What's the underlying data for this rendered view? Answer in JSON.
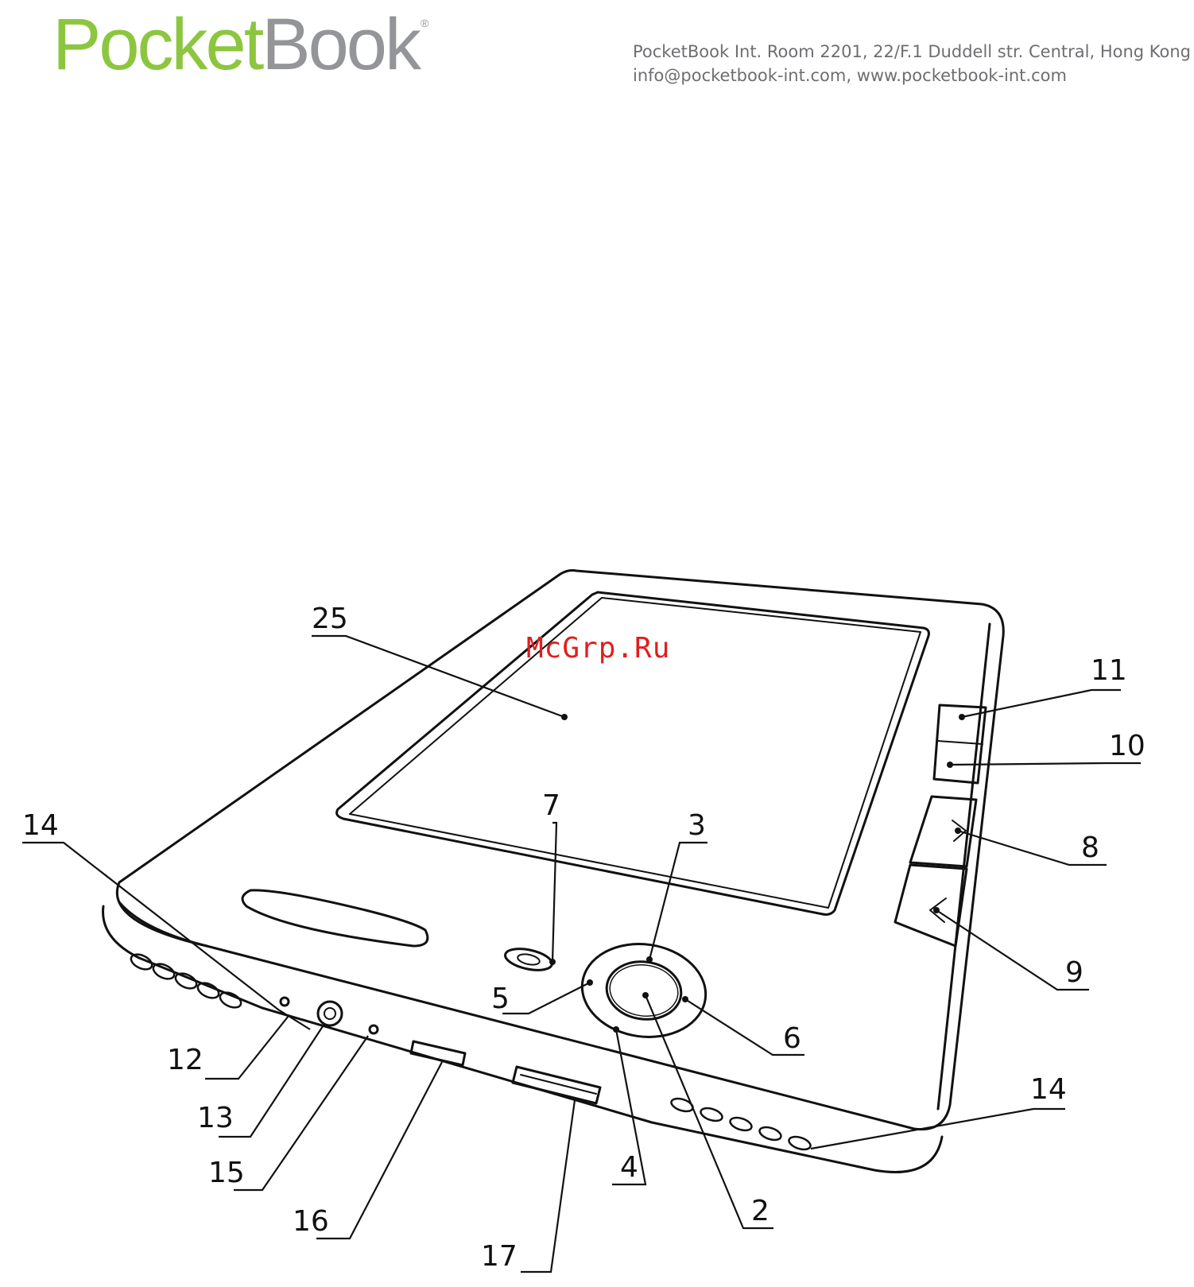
{
  "header": {
    "logo_text": "PocketBook",
    "address_line": "PocketBook Int. Room 2201, 22/F.1 Duddell str. Central, Hong Kong",
    "contact_line": "info@pocketbook-int.com, www.pocketbook-int.com"
  },
  "watermark": "McGrp.Ru",
  "diagram": {
    "callouts": {
      "c25": "25",
      "c11": "11",
      "c10": "10",
      "c8": "8",
      "c9": "9",
      "c7": "7",
      "c3": "3",
      "c5": "5",
      "c6": "6",
      "c14_left": "14",
      "c14_right": "14",
      "c12": "12",
      "c13": "13",
      "c15": "15",
      "c16": "16",
      "c17": "17",
      "c4": "4",
      "c2": "2"
    }
  }
}
